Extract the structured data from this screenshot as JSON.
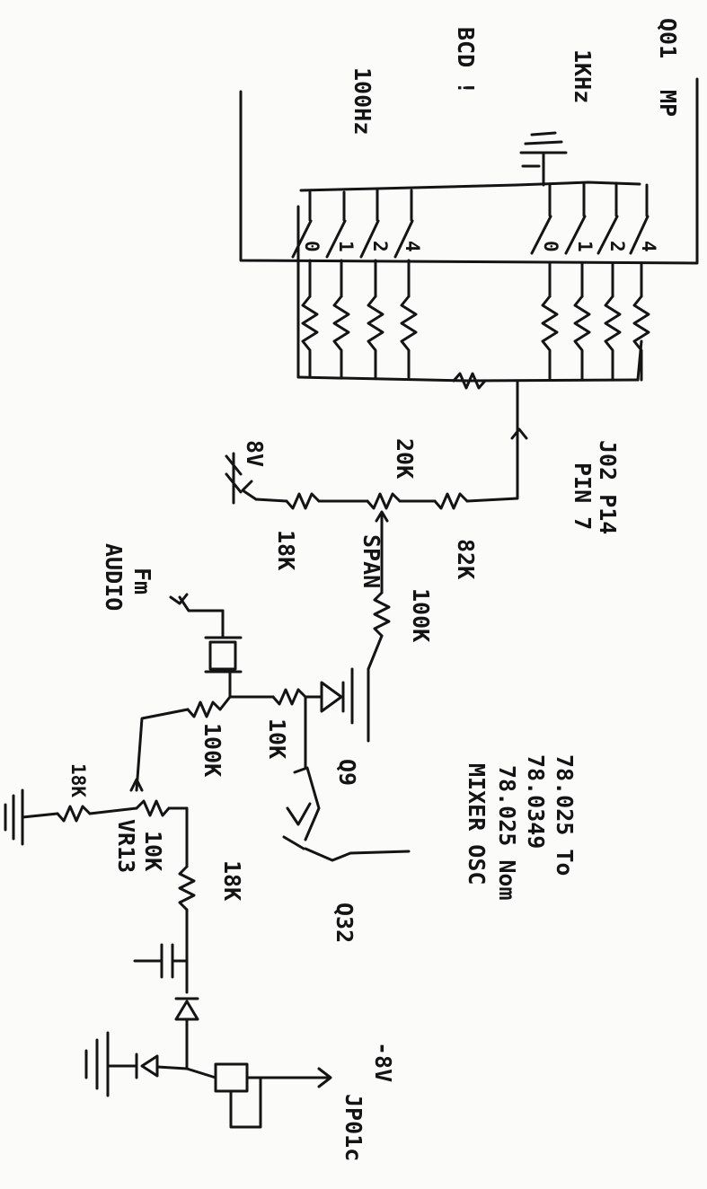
{
  "labels": {
    "q01": "Q01",
    "mp": "MP",
    "khz_1": "1KHz",
    "hz_100": "100Hz",
    "bcd": "BCD !",
    "sw_0a": "0",
    "sw_1a": "1",
    "sw_2a": "2",
    "sw_4a": "4",
    "sw_0b": "0",
    "sw_1b": "1",
    "sw_2b": "2",
    "sw_4b": "4",
    "j02": "J02 P14",
    "pin7": "PIN 7",
    "r_20k": "20K",
    "r_18k_top": "18K",
    "v8": "8V",
    "span": "SPAN",
    "r_82k": "82K",
    "r_100k_top": "100K",
    "fm": "Fm",
    "audio": "AUDIO",
    "r_100k_mid": "100K",
    "r_10k": "10K",
    "r_18k_left": "18K",
    "vr_10k": "10K",
    "vr13": "VR13",
    "r_18k_low": "18K",
    "q9": "Q9",
    "q32": "Q32",
    "freq1": "78.025 To",
    "freq2": "78.0349",
    "freq3": "78.025 Nom",
    "mixer": "MIXER OSC",
    "minus8v": "-8V",
    "jp01": "JP01c"
  }
}
